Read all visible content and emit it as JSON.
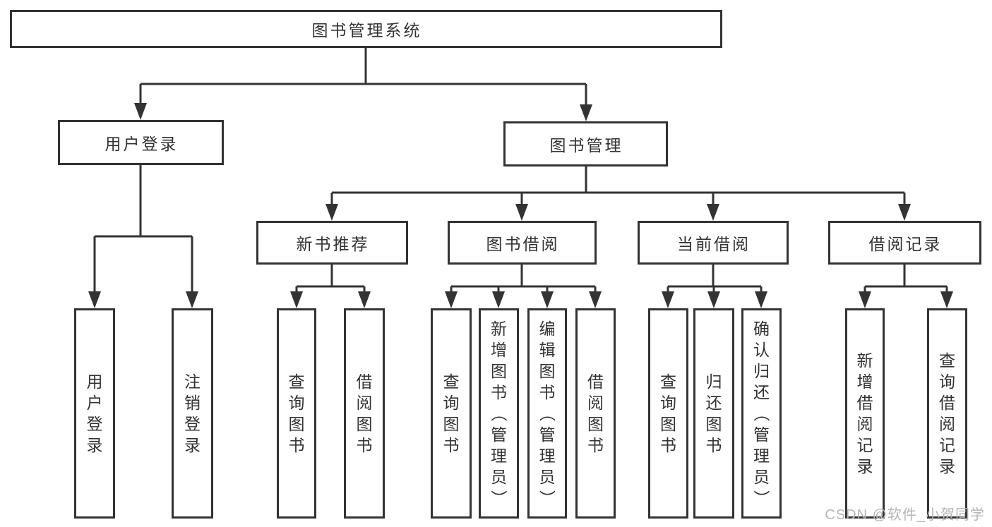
{
  "diagram": {
    "root": {
      "label": "图书管理系统"
    },
    "level2": [
      {
        "label": "用户登录"
      },
      {
        "label": "图书管理"
      }
    ],
    "level3": [
      {
        "label": "新书推荐"
      },
      {
        "label": "图书借阅"
      },
      {
        "label": "当前借阅"
      },
      {
        "label": "借阅记录"
      }
    ],
    "leaves": [
      {
        "group": "用户登录",
        "label": "用户登录"
      },
      {
        "group": "用户登录",
        "label": "注销登录"
      },
      {
        "group": "新书推荐",
        "label": "查询图书"
      },
      {
        "group": "新书推荐",
        "label": "借阅图书"
      },
      {
        "group": "图书借阅",
        "label": "查询图书"
      },
      {
        "group": "图书借阅",
        "label": "新增图书（管理员）"
      },
      {
        "group": "图书借阅",
        "label": "编辑图书（管理员）"
      },
      {
        "group": "图书借阅",
        "label": "借阅图书"
      },
      {
        "group": "当前借阅",
        "label": "查询图书"
      },
      {
        "group": "当前借阅",
        "label": "归还图书"
      },
      {
        "group": "当前借阅",
        "label": "确认归还（管理员）"
      },
      {
        "group": "借阅记录",
        "label": "新增借阅记录"
      },
      {
        "group": "借阅记录",
        "label": "查询借阅记录"
      }
    ],
    "colors": {
      "line": "#333333",
      "text": "#333333",
      "box_bg": "#ffffff"
    }
  },
  "watermark": {
    "text": "CSDN @软件_小贺同学",
    "color": "#b5b5b5"
  }
}
